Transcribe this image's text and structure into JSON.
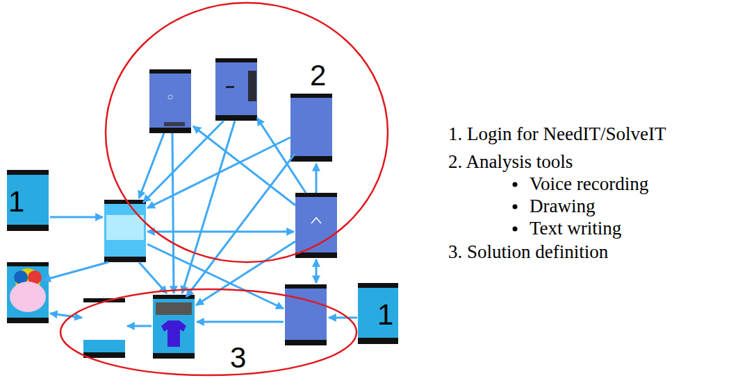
{
  "diagram": {
    "nodes": [
      {
        "text": [
          "2"
        ]
      },
      {
        "text": [
          "1"
        ]
      },
      {
        "text": [
          "3"
        ]
      },
      {
        "text": [
          "1"
        ]
      }
    ],
    "labels": [
      "1. Login for NeedIT/SolveIT",
      "2. Analysis tools",
      "Voice recording",
      "Drawing",
      "Text writing",
      "3. Solution definition"
    ]
  }
}
